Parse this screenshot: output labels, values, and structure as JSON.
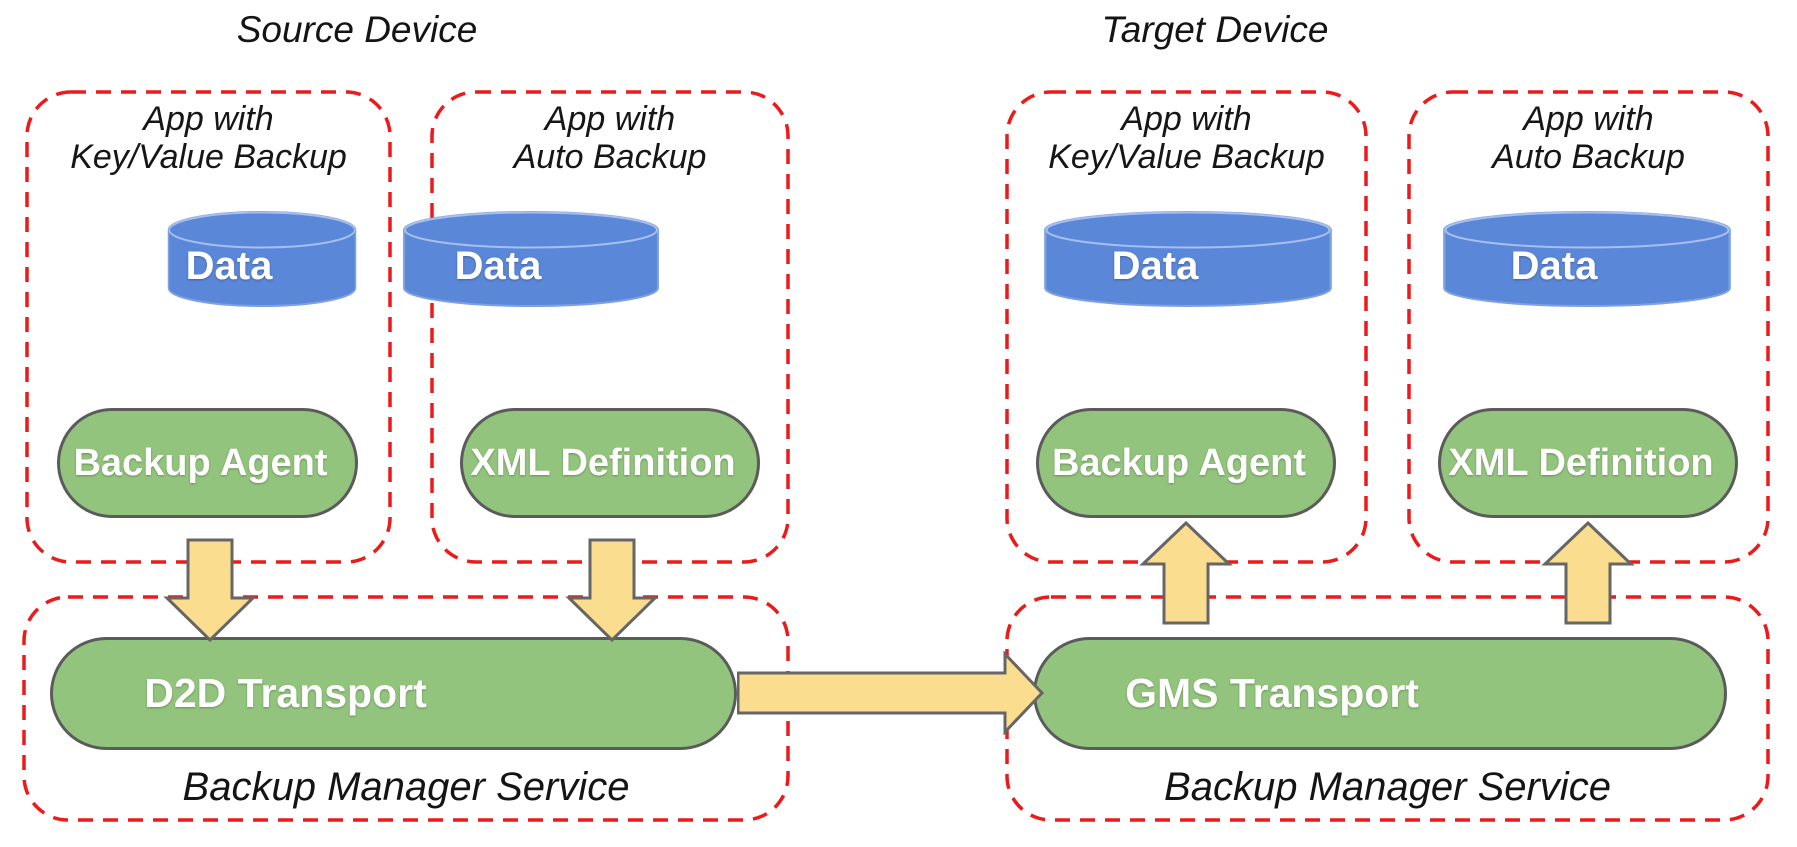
{
  "colors": {
    "box-dash": "#EC1A1A",
    "cylinder-fill": "#5B87D9",
    "cylinder-edge": "#7FA1E0",
    "cylinder-rim": "#A5BfEE",
    "component-fill": "#93C47D",
    "component-edge": "#5B5B5B",
    "component-text": "#FFFFFF",
    "arrow-fill": "#FADD8E",
    "arrow-edge": "#666666",
    "text": "#141414"
  },
  "source_device": {
    "title": "Source Device",
    "apps": [
      {
        "title_line1": "App with",
        "title_line2": "Key/Value Backup",
        "data_store": "Data",
        "component": "Backup Agent"
      },
      {
        "title_line1": "App with",
        "title_line2": "Auto Backup",
        "data_store": "Data",
        "component": "XML Definition"
      }
    ],
    "service": {
      "transport": "D2D Transport",
      "label": "Backup Manager Service"
    }
  },
  "target_device": {
    "title": "Target Device",
    "apps": [
      {
        "title_line1": "App with",
        "title_line2": "Key/Value Backup",
        "data_store": "Data",
        "component": "Backup Agent"
      },
      {
        "title_line1": "App with",
        "title_line2": "Auto Backup",
        "data_store": "Data",
        "component": "XML Definition"
      }
    ],
    "service": {
      "transport": "GMS Transport",
      "label": "Backup Manager Service"
    }
  },
  "flows": [
    {
      "from": "Backup Agent",
      "to": "D2D Transport",
      "direction": "down"
    },
    {
      "from": "XML Definition",
      "to": "D2D Transport",
      "direction": "down"
    },
    {
      "from": "D2D Transport",
      "to": "GMS Transport",
      "direction": "right"
    },
    {
      "from": "GMS Transport",
      "to": "Backup Agent",
      "direction": "up"
    },
    {
      "from": "GMS Transport",
      "to": "XML Definition",
      "direction": "up"
    }
  ]
}
